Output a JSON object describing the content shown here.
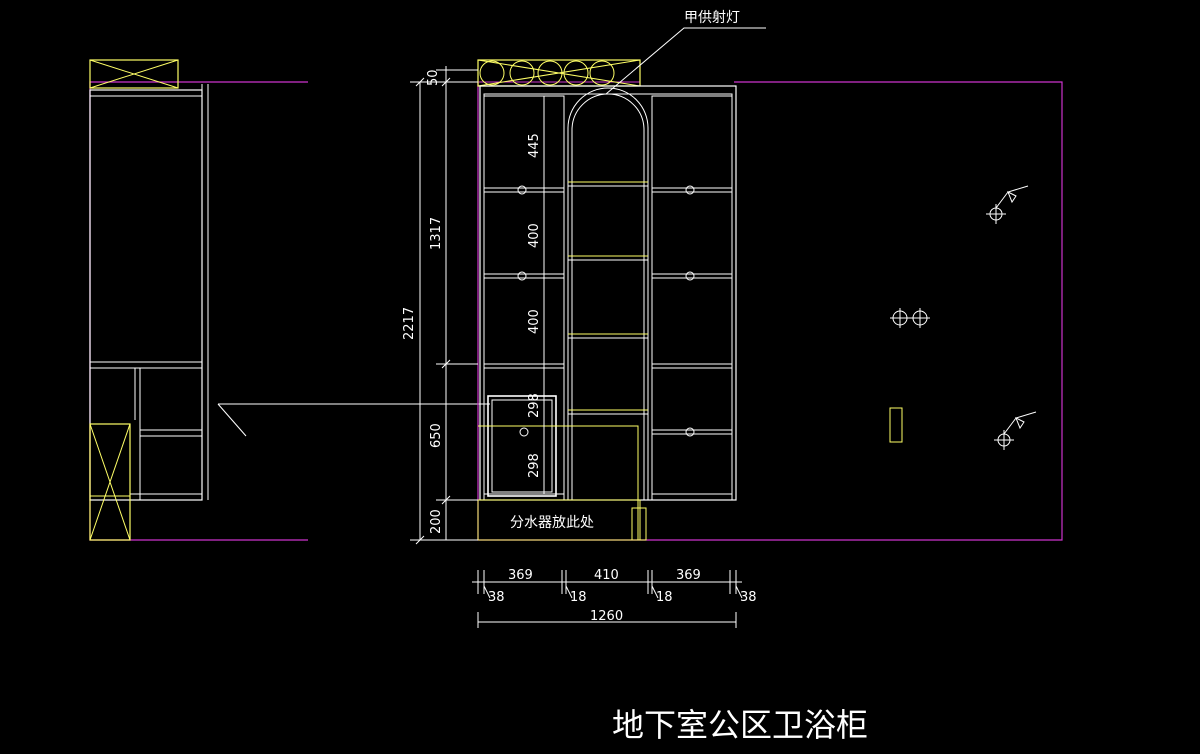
{
  "title": "地下室公区卫浴柜",
  "annotations": {
    "spotlight_label": "甲供射灯",
    "water_distributor_label": "分水器放此处"
  },
  "vertical_dimensions": {
    "d50": "50",
    "d2217": "2217",
    "d1317": "1317",
    "d445": "445",
    "d400a": "400",
    "d400b": "400",
    "d298a": "298",
    "d298b": "298",
    "d650": "650",
    "d200": "200"
  },
  "horizontal_dimensions": {
    "d369a": "369",
    "d410": "410",
    "d369b": "369",
    "d38a": "38",
    "d18a": "18",
    "d18b": "18",
    "d38b": "38",
    "d1260": "1260"
  },
  "colors": {
    "background": "#000000",
    "line_white": "#ffffff",
    "line_yellow": "#ffff66",
    "line_magenta": "#cc33cc",
    "text": "#ffffff"
  }
}
